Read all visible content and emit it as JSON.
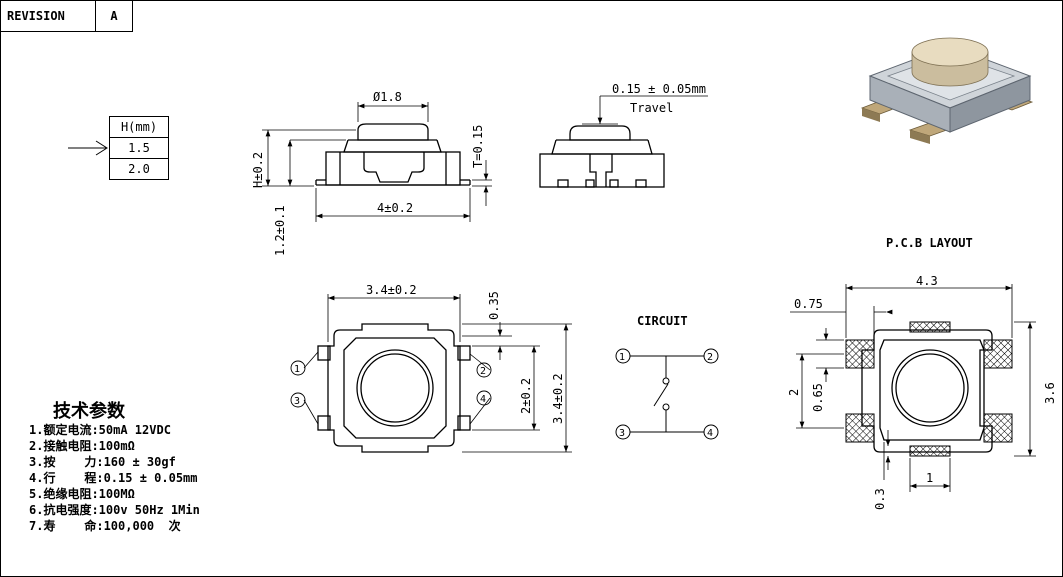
{
  "revision": {
    "label": "REVISION",
    "value": "A"
  },
  "height_table": {
    "header": "H(mm)",
    "rows": [
      "1.5",
      "2.0"
    ]
  },
  "side_view": {
    "diameter": "Ø1.8",
    "height": "H±0.2",
    "t_label": "T=0.15",
    "base": "1.2±0.1",
    "width": "4±0.2"
  },
  "travel": {
    "value": "0.15 ± 0.05mm",
    "label": "Travel"
  },
  "top_view": {
    "width": "3.4±0.2",
    "gap": "0.35",
    "pitch": "2±0.2",
    "height": "3.4±0.2",
    "pins": [
      "1",
      "2",
      "3",
      "4"
    ]
  },
  "circuit": {
    "title": "CIRCUIT",
    "pins": [
      "1",
      "2",
      "3",
      "4"
    ]
  },
  "pcb": {
    "title": "P.C.B LAYOUT",
    "width": "4.3",
    "pad_w": "0.75",
    "pitch": "2",
    "pad_h": "0.65",
    "height": "3.6",
    "offset": "0.3",
    "center": "1"
  },
  "specs": {
    "title": "技术参数",
    "items": [
      "1.额定电流:50mA 12VDC",
      "2.接触电阻:100mΩ",
      "3.按    力:160 ± 30gf",
      "4.行    程:0.15 ± 0.05mm",
      "5.绝缘电阻:100MΩ",
      "6.抗电强度:100v 50Hz 1Min",
      "7.寿    命:100,000  次"
    ]
  }
}
